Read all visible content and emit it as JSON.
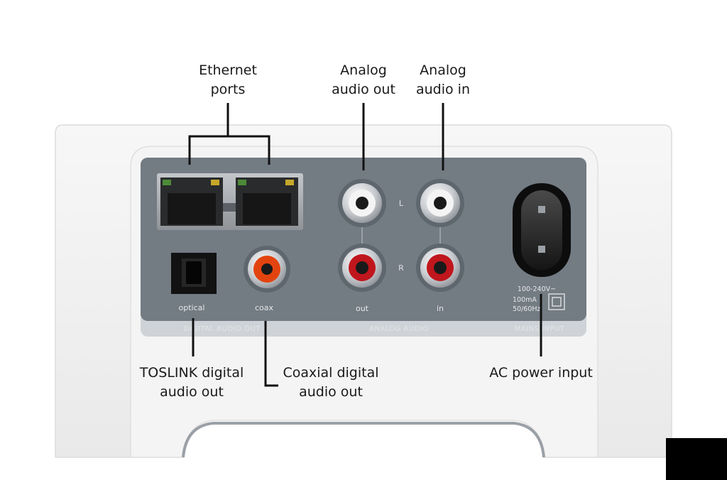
{
  "callouts": {
    "ethernet": [
      "Ethernet",
      "ports"
    ],
    "analog_out": [
      "Analog",
      "audio out"
    ],
    "analog_in": [
      "Analog",
      "audio in"
    ],
    "toslink": [
      "TOSLINK digital",
      "audio out"
    ],
    "coaxial": [
      "Coaxial digital",
      "audio out"
    ],
    "ac_power": [
      "AC power input"
    ]
  },
  "panel": {
    "port_labels": {
      "optical": "optical",
      "coax": "coax",
      "out": "out",
      "in": "in",
      "left": "L",
      "right": "R"
    },
    "section_labels": {
      "digital": "DIGITAL AUDIO OUT",
      "analog": "ANALOG AUDIO",
      "mains": "MAINS INPUT"
    },
    "power_spec": [
      "100-240V~",
      "100mA",
      "50/60Hz"
    ]
  },
  "colors": {
    "panel": "#737b83",
    "rca_red": "#c0161d",
    "rca_orange": "#e3440f",
    "device_body": "#f1f1f1"
  }
}
